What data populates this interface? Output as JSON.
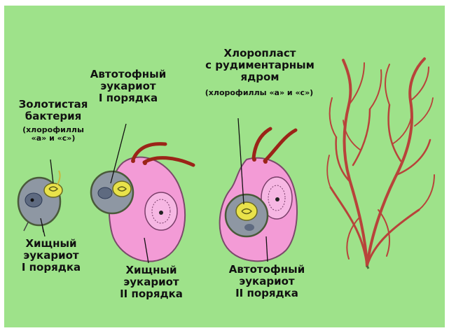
{
  "labels": {
    "golden_bacterium": [
      "Золотистая",
      "бактерия"
    ],
    "golden_bacterium_note": [
      "(хлорофиллы",
      "«а» и «с»)"
    ],
    "autotroph_1": [
      "Автотофный",
      "эукариот",
      "I порядка"
    ],
    "chloroplast": [
      "Хлоропласт",
      "с рудиментарным",
      "ядром"
    ],
    "chloroplast_note": "(хлорофиллы «а» и «с»)",
    "predator_1": [
      "Хищный",
      "эукариот",
      "I порядка"
    ],
    "predator_2": [
      "Хищный",
      "эукариот",
      "II порядка"
    ],
    "autotroph_2": [
      "Автотофный",
      "эукариот",
      "II порядка"
    ]
  },
  "colors": {
    "background": "#9ee28a",
    "cell_pink": "#f39bd6",
    "cell_grey": "#8e97a3",
    "chloroplast_yellow": "#e9e24a",
    "flagella": "#9b2418",
    "alga": "#b8433a"
  }
}
